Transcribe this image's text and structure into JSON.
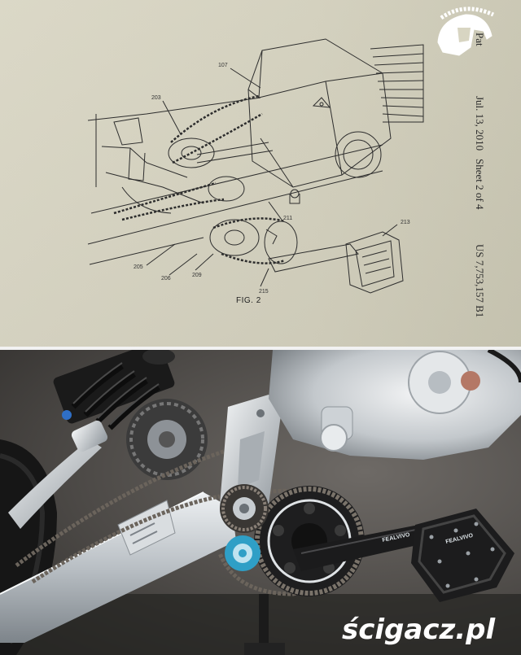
{
  "patent_sheet": {
    "sidebar": {
      "publisher_mark": "Pat",
      "date": "Jul. 13, 2010",
      "sheet": "Sheet 2 of 4",
      "number": "US 7,753,157 B1"
    },
    "part_labels": [
      "107",
      "203",
      "211",
      "213",
      "205",
      "206",
      "209",
      "215"
    ],
    "figure_caption": "FIG. 2"
  },
  "photo": {
    "brand_text": "FEALVIVO",
    "pedal_brand": "FEALVIVO"
  },
  "watermark": {
    "text": "ścigacz.pl"
  },
  "colors": {
    "paper": "#d8d5c2",
    "ink": "#2b2b2b",
    "aluminum": "#c9ced2",
    "anodized_blue": "#2f9fc6",
    "black_part": "#1c1c1d",
    "watermark": "#ffffff"
  },
  "icons": {
    "helmet_logo": "spartan-helmet-icon"
  }
}
